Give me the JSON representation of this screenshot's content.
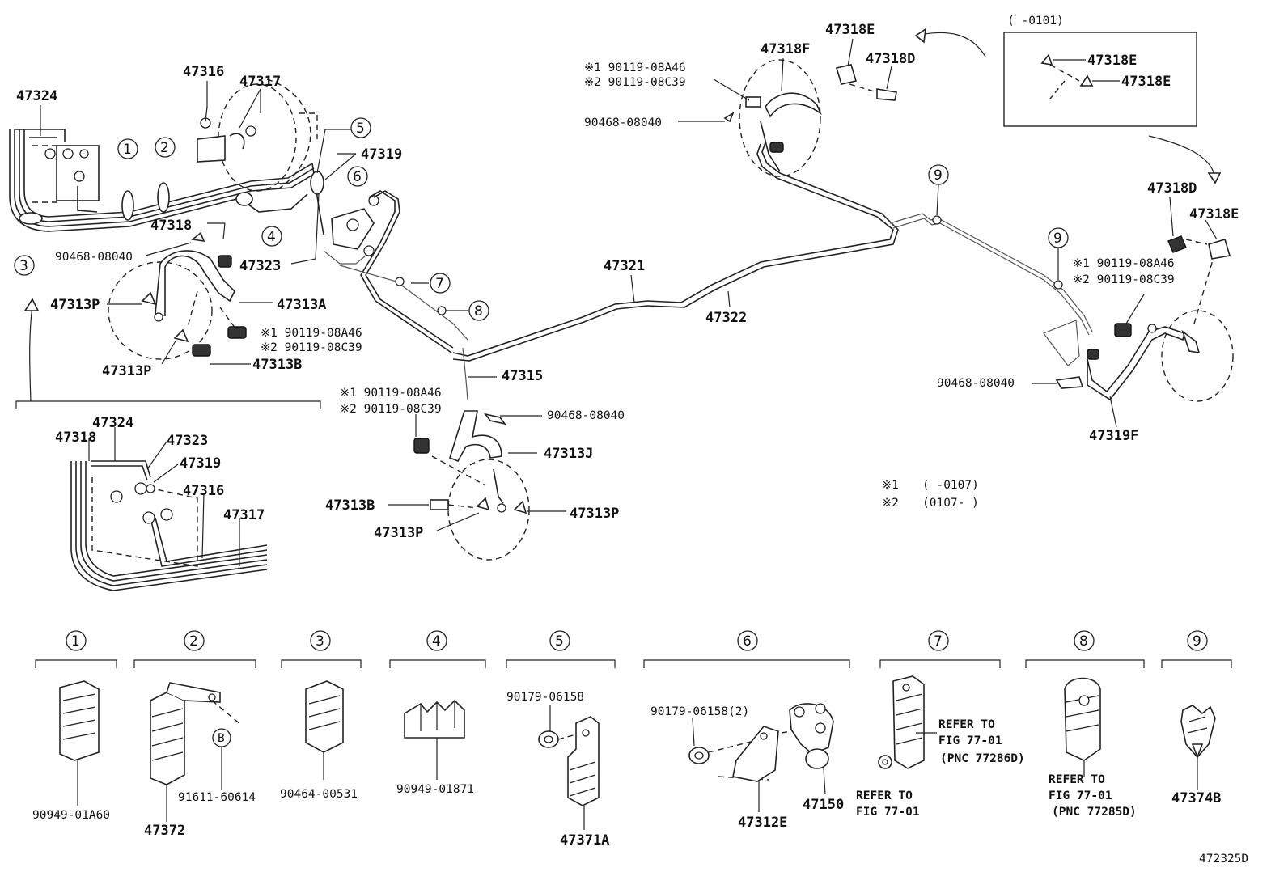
{
  "diagram": {
    "fig_id": "472325D",
    "inset_top": {
      "label": "(      -0101)",
      "parts": [
        "47318E",
        "47318E"
      ]
    },
    "notes": [
      {
        "mark": "※1",
        "text": "(      -0107)"
      },
      {
        "mark": "※2",
        "text": "(0107-      )"
      }
    ],
    "main_labels": {
      "p47324": "47324",
      "p47316": "47316",
      "p47317": "47317",
      "p47318": "47318",
      "p47319": "47319",
      "p47323": "47323",
      "p90468_a": "90468-08040",
      "p47313P_a": "47313P",
      "p47313A": "47313A",
      "p47313P_b": "47313P",
      "p47313B_a": "47313B",
      "p90119_a1": "※1  90119-08A46",
      "p90119_a2": "※2  90119-08C39",
      "p47321": "47321",
      "p47322": "47322",
      "p47315": "47315",
      "p90119_b1": "※1 90119-08A46",
      "p90119_b2": "※2 90119-08C39",
      "p90468_b": "90468-08040",
      "p47313J": "47313J",
      "p47313B_b": "47313B",
      "p47313P_c": "47313P",
      "p47313P_d": "47313P",
      "p47318E_a": "47318E",
      "p47318F": "47318F",
      "p47318D_a": "47318D",
      "p90119_c1": "※1 90119-08A46",
      "p90119_c2": "※2 90119-08C39",
      "p90468_c": "90468-08040",
      "p47318D_b": "47318D",
      "p47318E_b": "47318E",
      "p90119_d1": "※1 90119-08A46",
      "p90119_d2": "※2 90119-08C39",
      "p90468_d": "90468-08040",
      "p47319F": "47319F"
    },
    "inset_left_labels": {
      "p47324": "47324",
      "p47318": "47318",
      "p47323": "47323",
      "p47319": "47319",
      "p47316": "47316",
      "p47317": "47317"
    },
    "callouts": [
      "1",
      "2",
      "3",
      "4",
      "5",
      "6",
      "7",
      "8",
      "9",
      "9"
    ],
    "clamp_groups": [
      {
        "num": "1",
        "parts": [
          "90949-01A60"
        ]
      },
      {
        "num": "2",
        "parts": [
          "47372",
          "91611-60614"
        ],
        "sub": "B"
      },
      {
        "num": "3",
        "parts": [
          "90464-00531"
        ]
      },
      {
        "num": "4",
        "parts": [
          "90949-01871"
        ]
      },
      {
        "num": "5",
        "parts": [
          "90179-06158",
          "47371A"
        ]
      },
      {
        "num": "6",
        "parts": [
          "90179-06158(2)",
          "47312E",
          "47150"
        ]
      },
      {
        "num": "7",
        "parts": [
          "REFER TO",
          "FIG 77-01",
          "(PNC 77286D)",
          "REFER TO",
          "FIG 77-01"
        ]
      },
      {
        "num": "8",
        "parts": [
          "REFER TO",
          "FIG 77-01",
          "(PNC 77285D)"
        ]
      },
      {
        "num": "9",
        "parts": [
          "47374B"
        ]
      }
    ]
  }
}
